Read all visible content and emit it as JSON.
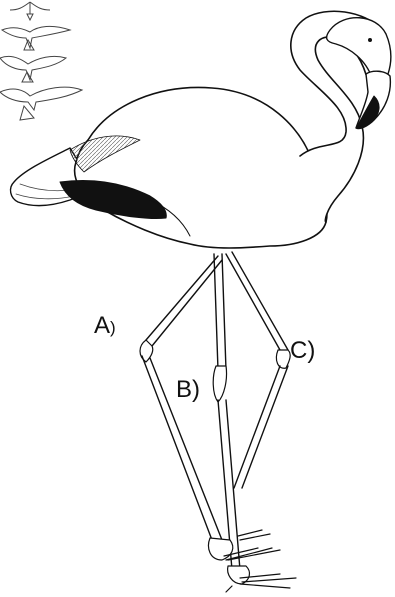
{
  "labels": [
    {
      "id": "A",
      "text": "A"
    },
    {
      "id": "B",
      "text": "B"
    },
    {
      "id": "C",
      "text": "C"
    }
  ],
  "paren": ")"
}
